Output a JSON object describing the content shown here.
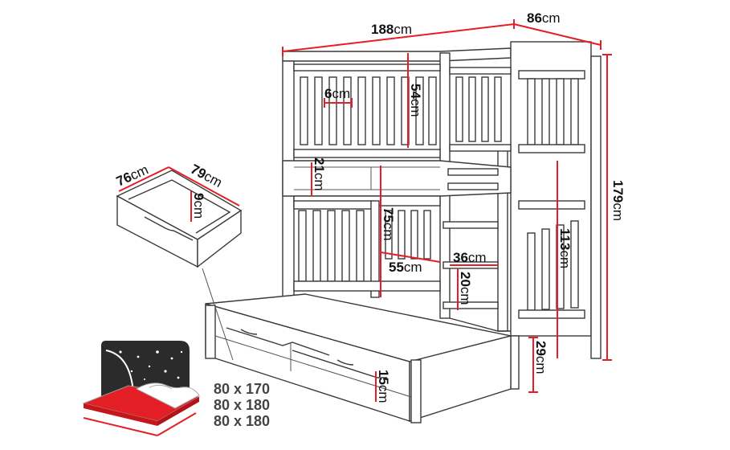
{
  "dimensions": {
    "length": {
      "value": "188",
      "unit": "cm"
    },
    "depth": {
      "value": "86",
      "unit": "cm"
    },
    "height_total": {
      "value": "179",
      "unit": "cm"
    },
    "slat_gap": {
      "value": "6",
      "unit": "cm"
    },
    "top_rail_height": {
      "value": "54",
      "unit": "cm"
    },
    "shelf_height": {
      "value": "21",
      "unit": "cm"
    },
    "lower_clearance": {
      "value": "75",
      "unit": "cm"
    },
    "entry_width": {
      "value": "55",
      "unit": "cm"
    },
    "ladder_width": {
      "value": "36",
      "unit": "cm"
    },
    "step_spacing": {
      "value": "20",
      "unit": "cm"
    },
    "lower_side_height": {
      "value": "113",
      "unit": "cm"
    },
    "trundle_height": {
      "value": "29",
      "unit": "cm"
    },
    "trundle_rail": {
      "value": "15",
      "unit": "cm"
    }
  },
  "drawer": {
    "depth": {
      "value": "76",
      "unit": "cm"
    },
    "width": {
      "value": "79",
      "unit": "cm"
    },
    "height": {
      "value": "9",
      "unit": "cm"
    }
  },
  "mattress_sizes": [
    "80 x 170",
    "80 x 180",
    "80 x 180"
  ],
  "colors": {
    "dimension": "#e31e24",
    "outline": "#3a3a3a",
    "mattress": "#e31e24",
    "night_panel": "#2b2b2b"
  }
}
